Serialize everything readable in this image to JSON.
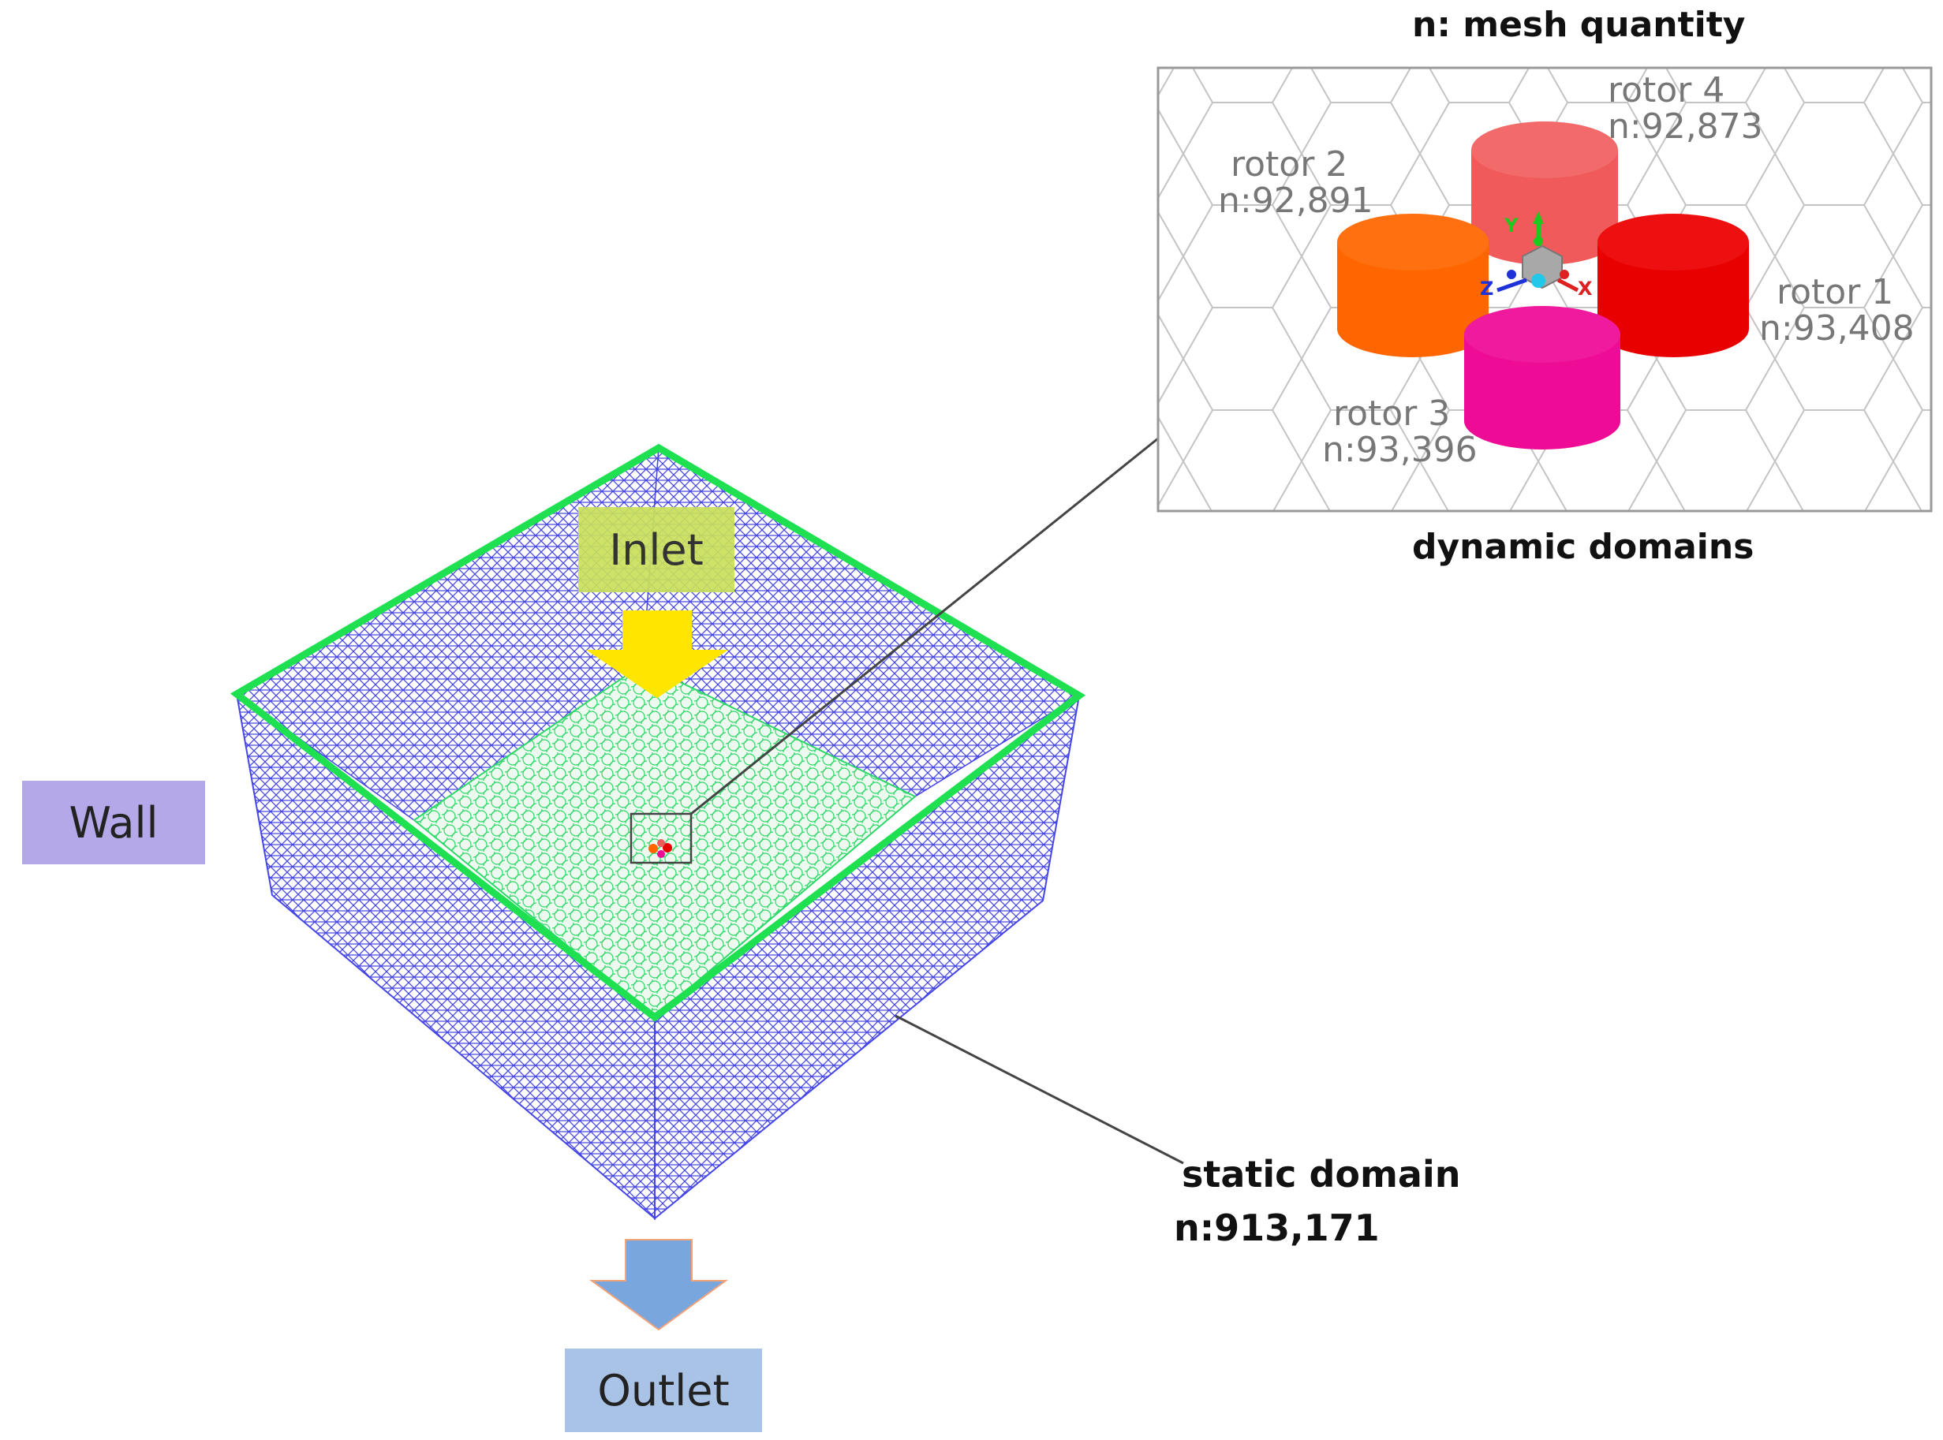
{
  "labels": {
    "inlet": "Inlet",
    "wall": "Wall",
    "outlet": "Outlet",
    "static_domain": "static domain",
    "static_count": "n:913,171",
    "mesh_quantity": "n: mesh quantity",
    "dynamic_domains": "dynamic domains"
  },
  "rotors": [
    {
      "name": "rotor 1",
      "count": "n:93,408",
      "color": "#e80000"
    },
    {
      "name": "rotor 2",
      "count": "n:92,891",
      "color": "#ff6600"
    },
    {
      "name": "rotor 3",
      "count": "n:93,396",
      "color": "#ee0b96"
    },
    {
      "name": "rotor 4",
      "count": "n:92,873",
      "color": "#f05a5a"
    }
  ],
  "axes": {
    "x": "X",
    "y": "Y",
    "z": "Z"
  },
  "colors": {
    "wall_mesh": "#4646e8",
    "top_edge": "#1ee050",
    "floor_mesh": "#2fd86a",
    "inlet_box": "#c9e05a",
    "inlet_arrow": "#ffe600",
    "wall_box": "#b4a8e8",
    "outlet_box": "#a9c3e6",
    "outlet_arrow": "#7aa6de"
  }
}
